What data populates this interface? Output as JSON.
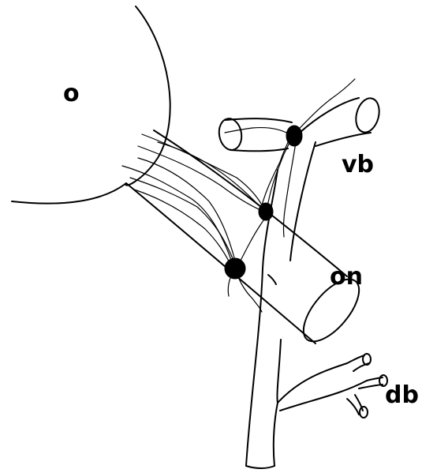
{
  "labels": {
    "organ": "o",
    "optic_nerve": "on",
    "ventral_branch": "vb",
    "dorsal_branches": "db"
  }
}
